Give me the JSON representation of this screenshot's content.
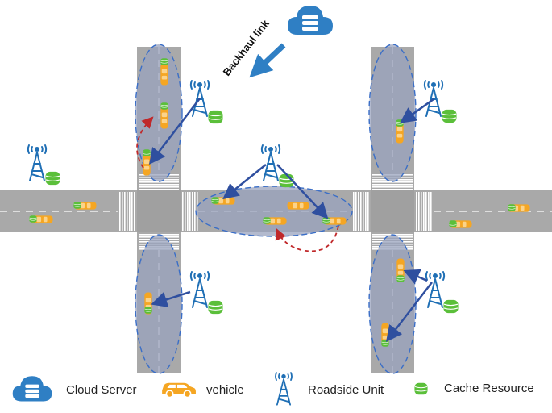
{
  "diagram": {
    "backhaul_label": "Backhaul link"
  },
  "legend": [
    {
      "key": "cloud",
      "label": "Cloud Server"
    },
    {
      "key": "vehicle",
      "label": "vehicle"
    },
    {
      "key": "rsu",
      "label": "Roadside Unit"
    },
    {
      "key": "cache",
      "label": "Cache Resource"
    }
  ],
  "colors": {
    "road": "#a9a9a9",
    "coverage_fill": "#9aa3bd",
    "coverage_stroke": "#3a6ec7",
    "vehicle": "#f5a623",
    "cache": "#5bbf3a",
    "rsu": "#1f6fb5",
    "link_arrow": "#2f4f9f",
    "handover_arrow": "#c0282a",
    "cloud": "#2f7fc4"
  },
  "icons": [
    "cloud-icon",
    "vehicle-icon",
    "rsu-icon",
    "cache-icon"
  ]
}
